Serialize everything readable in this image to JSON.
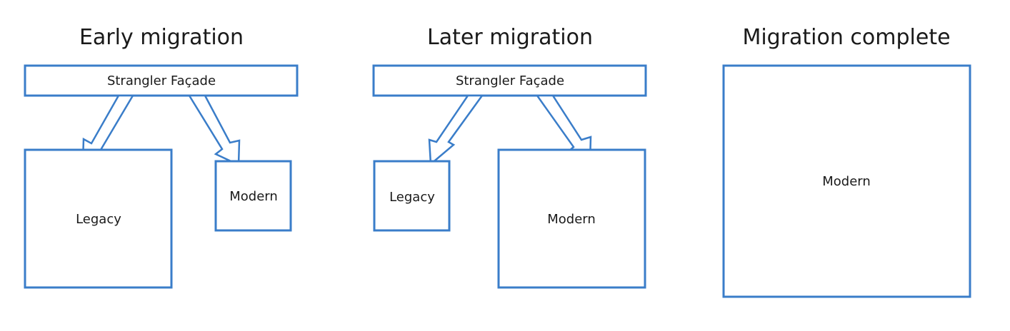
{
  "colors": {
    "stroke": "#3a7dc9",
    "text": "#1a1a1a",
    "background": "#ffffff"
  },
  "panels": [
    {
      "title": "Early migration",
      "facade_label": "Strangler Façade",
      "legacy_label": "Legacy",
      "modern_label": "Modern"
    },
    {
      "title": "Later migration",
      "facade_label": "Strangler Façade",
      "legacy_label": "Legacy",
      "modern_label": "Modern"
    },
    {
      "title": "Migration complete",
      "modern_label": "Modern"
    }
  ]
}
